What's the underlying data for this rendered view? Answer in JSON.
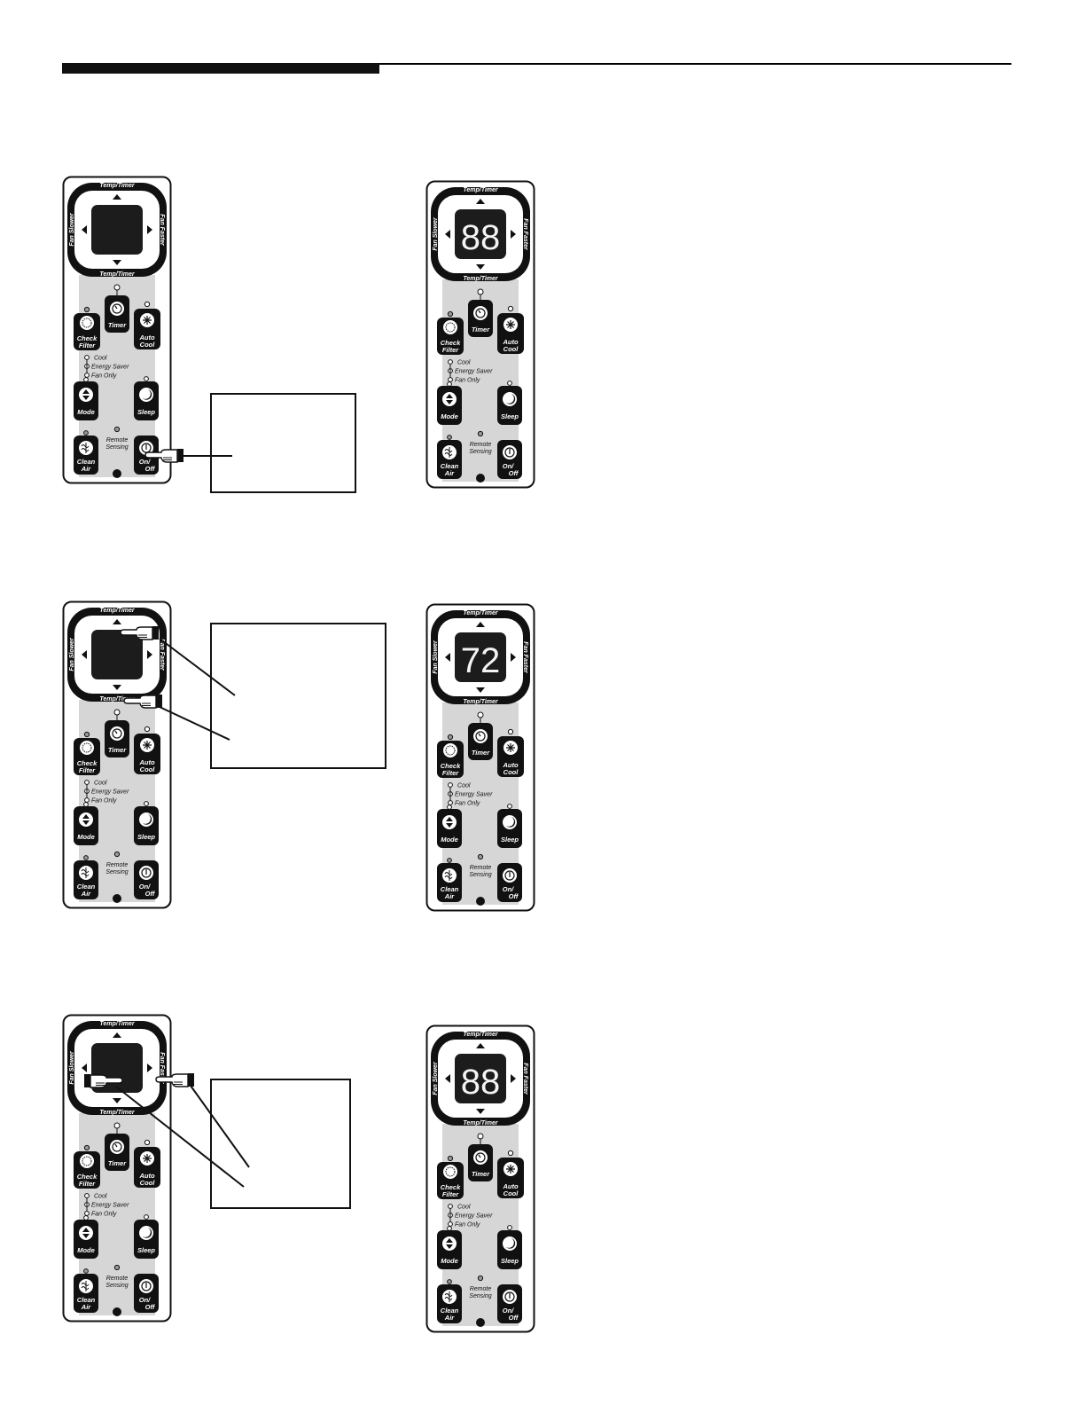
{
  "labels": {
    "temp_timer": "Temp/Timer",
    "fan_slower": "Fan Slower",
    "fan_faster": "Fan Faster",
    "timer": "Timer",
    "check": "Check",
    "filter": "Filter",
    "auto": "Auto",
    "cool_btn": "Cool",
    "mode_cool": "Cool",
    "energy_saver": "Energy Saver",
    "fan_only": "Fan Only",
    "mode": "Mode",
    "sleep": "Sleep",
    "remote": "Remote",
    "sensing": "Sensing",
    "clean": "Clean",
    "air": "Air",
    "on": "On/",
    "off": "Off"
  },
  "panels": [
    {
      "id": "p1-left",
      "display": ""
    },
    {
      "id": "p1-right",
      "display": "88"
    },
    {
      "id": "p2-left",
      "display": ""
    },
    {
      "id": "p2-right",
      "display": "72"
    },
    {
      "id": "p3-left",
      "display": ""
    },
    {
      "id": "p3-right",
      "display": "88"
    }
  ],
  "colors": {
    "ink": "#111111",
    "panel_face": "#ffffff",
    "panel_band": "#d6d6d6",
    "screen": "#1c1c1c",
    "digits": "#f4f4f4"
  },
  "icons": [
    "hand-pointer-icon",
    "timer-icon",
    "filter-icon",
    "fan-icon",
    "mode-arrows-icon",
    "moon-icon",
    "power-icon",
    "clean-air-icon"
  ]
}
